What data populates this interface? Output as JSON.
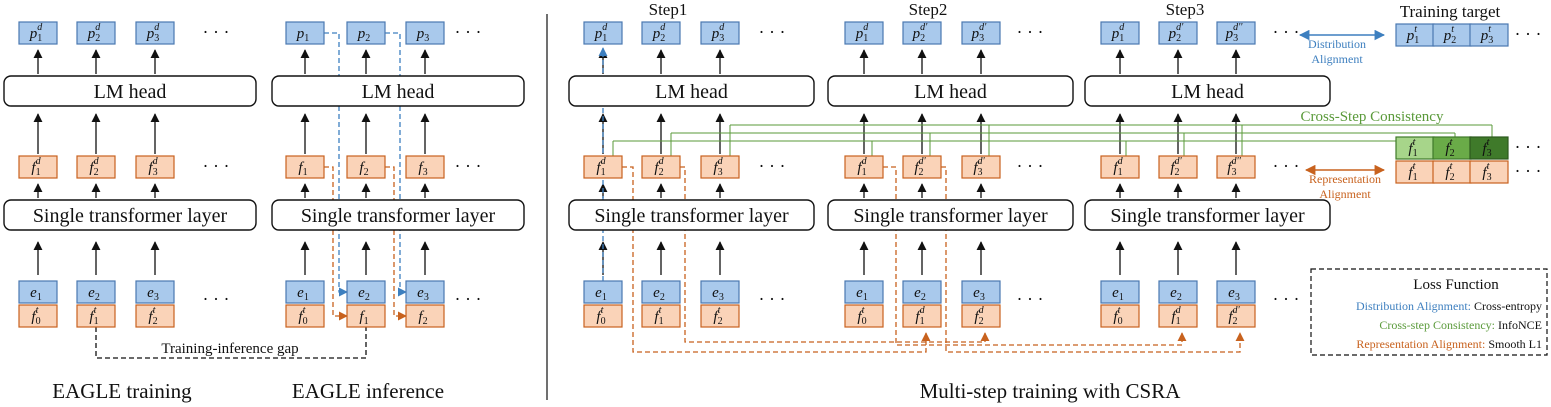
{
  "sections": {
    "eagle_training": "EAGLE training",
    "eagle_inference": "EAGLE inference",
    "multi_step": "Multi-step training with CSRA"
  },
  "steps": [
    "Step1",
    "Step2",
    "Step3"
  ],
  "blocks": {
    "lm_head": "LM head",
    "transformer": "Single transformer layer"
  },
  "ellipsis": "· · ·",
  "gap_label": "Training-inference gap",
  "training_target": "Training target",
  "distribution_alignment": [
    "Distribution",
    "Alignment"
  ],
  "representation_alignment": [
    "Representation",
    "Alignment"
  ],
  "cross_step_consistency": "Cross-Step Consistency",
  "loss_box": {
    "title": "Loss Function",
    "items": [
      {
        "name": "Distribution Alignment:",
        "loss": "Cross-entropy",
        "color": "#3d7fbf"
      },
      {
        "name": "Cross-step Consistency:",
        "loss": "InfoNCE",
        "color": "#5a9a3a"
      },
      {
        "name": "Representation Alignment:",
        "loss": "Smooth L1",
        "color": "#c8621e"
      }
    ]
  },
  "colors": {
    "blue_fill": "#a9c9ec",
    "blue_stroke": "#4a78b0",
    "orange_fill": "#fad3b8",
    "orange_stroke": "#c8621e",
    "green_light": "#a7d58a",
    "green_mid": "#6aab48",
    "green_dark": "#3f7a2a",
    "dist_color": "#3d7fbf",
    "cross_color": "#5a9a3a",
    "repr_color": "#c8621e"
  },
  "tokens": {
    "eagle_training": {
      "p": [
        "p|1|d",
        "p|2|d",
        "p|3|d"
      ],
      "f": [
        "f|1|d",
        "f|2|d",
        "f|3|d"
      ],
      "e": [
        "e|1|",
        "e|2|",
        "e|3|"
      ],
      "fb": [
        "f|0|t",
        "f|1|t",
        "f|2|t"
      ]
    },
    "eagle_inference": {
      "p": [
        "p|1|",
        "p|2|",
        "p|3|"
      ],
      "f": [
        "f|1|",
        "f|2|",
        "f|3|"
      ],
      "e": [
        "e|1|",
        "e|2|",
        "e|3|"
      ],
      "fb": [
        "f|0|t",
        "f|1|",
        "f|2|"
      ]
    },
    "step1": {
      "p": [
        "p|1|d",
        "p|2|d",
        "p|3|d"
      ],
      "f": [
        "f|1|d",
        "f|2|d",
        "f|3|d"
      ],
      "e": [
        "e|1|",
        "e|2|",
        "e|3|"
      ],
      "fb": [
        "f|0|t",
        "f|1|t",
        "f|2|t"
      ]
    },
    "step2": {
      "p": [
        "p|1|d",
        "p|2|d'",
        "p|3|d'"
      ],
      "f": [
        "f|1|d",
        "f|2|d'",
        "f|3|d'"
      ],
      "e": [
        "e|1|",
        "e|2|",
        "e|3|"
      ],
      "fb": [
        "f|0|t",
        "f|1|d",
        "f|2|d"
      ]
    },
    "step3": {
      "p": [
        "p|1|d",
        "p|2|d'",
        "p|3|d''"
      ],
      "f": [
        "f|1|d",
        "f|2|d'",
        "f|3|d''"
      ],
      "e": [
        "e|1|",
        "e|2|",
        "e|3|"
      ],
      "fb": [
        "f|0|t",
        "f|1|d",
        "f|2|d'"
      ]
    },
    "target_p": [
      "p|1|t",
      "p|2|t",
      "p|3|t"
    ],
    "target_f_green": [
      "f|1|t",
      "f|2|t",
      "f|3|t"
    ],
    "target_f": [
      "f|1|t",
      "f|2|t",
      "f|3|t"
    ]
  }
}
